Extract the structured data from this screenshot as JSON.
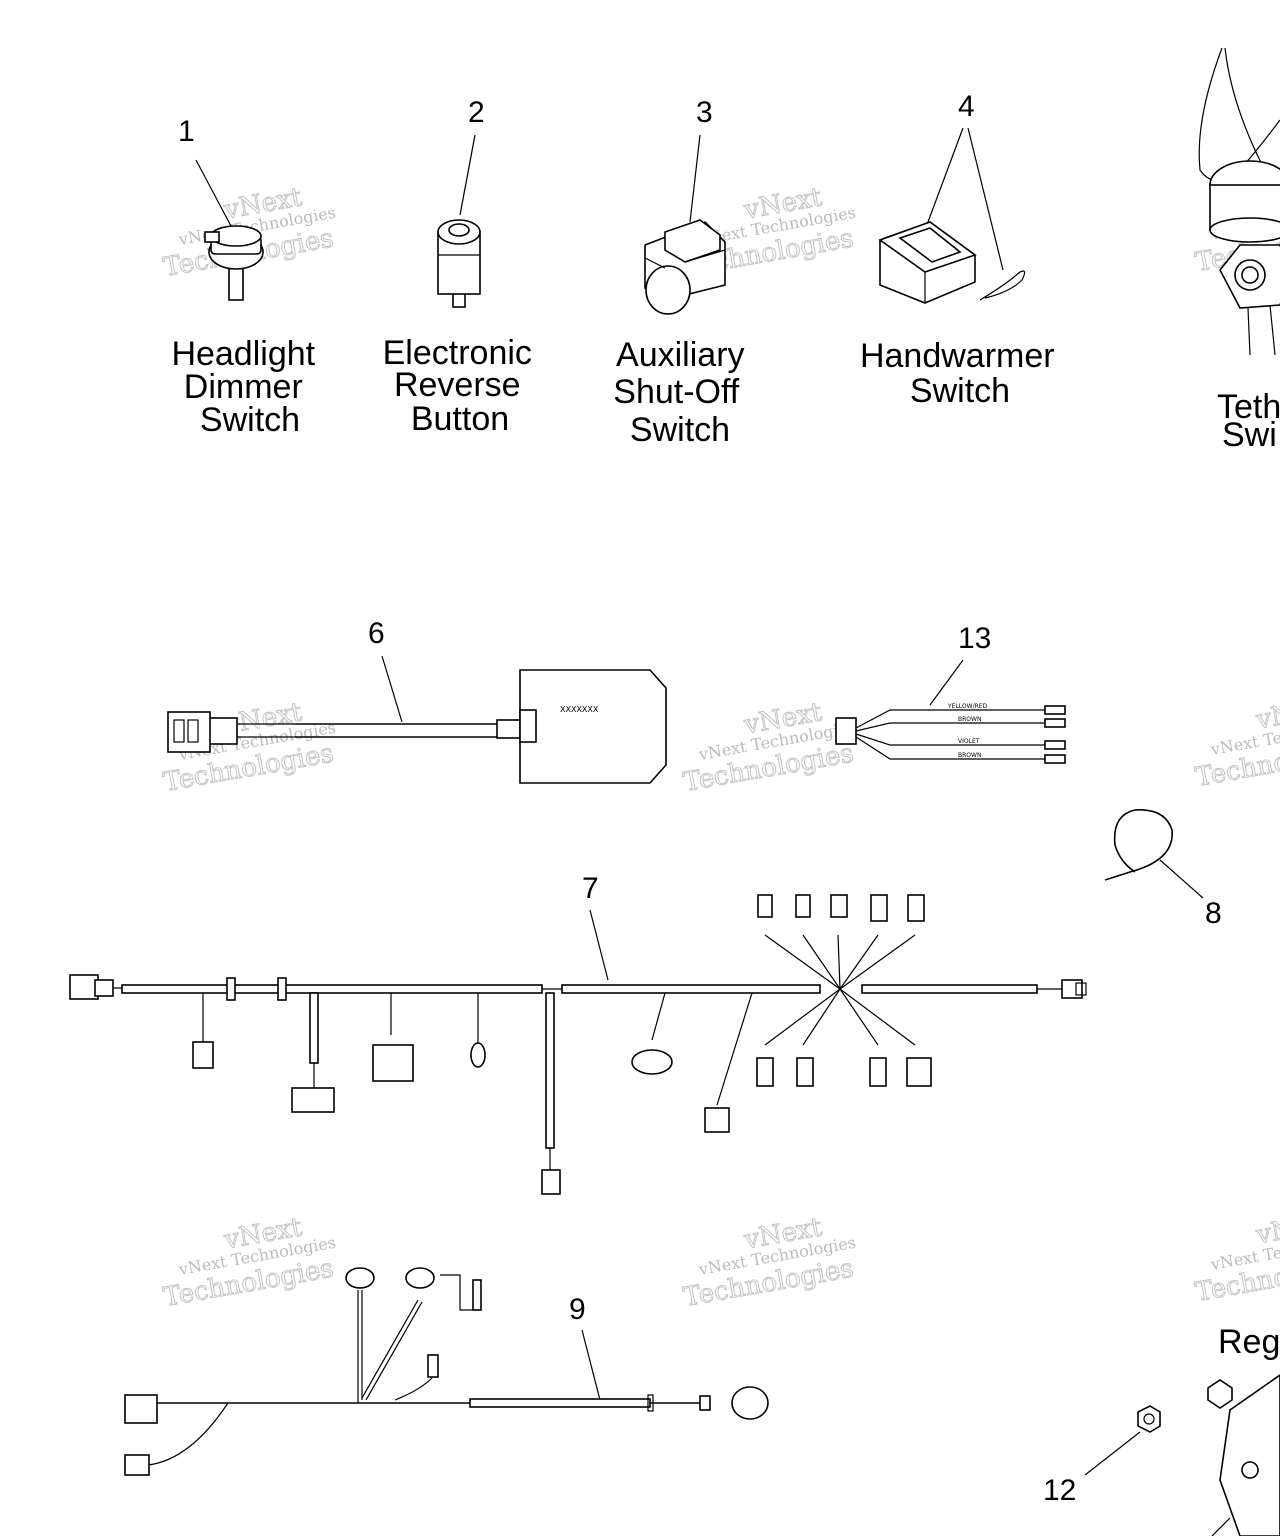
{
  "callouts": {
    "c1": "1",
    "c2": "2",
    "c3": "3",
    "c4": "4",
    "c6": "6",
    "c7": "7",
    "c8": "8",
    "c9": "9",
    "c12": "12",
    "c13": "13"
  },
  "part_names": {
    "p1": [
      "Headlight",
      "Dimmer",
      "Switch"
    ],
    "p2": [
      "Electronic",
      "Reverse",
      "Button"
    ],
    "p3": [
      "Auxiliary",
      "Shut-Off",
      "Switch"
    ],
    "p4": [
      "Handwarmer",
      "Switch"
    ],
    "p5": [
      "Teth",
      "Swi"
    ],
    "p_reg": "Reg"
  },
  "module_label": "XXXXXXX",
  "wire_labels": [
    "YELLOW/RED",
    "BROWN",
    "VIOLET",
    "BROWN"
  ],
  "watermark": {
    "line1": "vNext Technologies",
    "line2": "Technologies",
    "line_top": "vNext"
  }
}
